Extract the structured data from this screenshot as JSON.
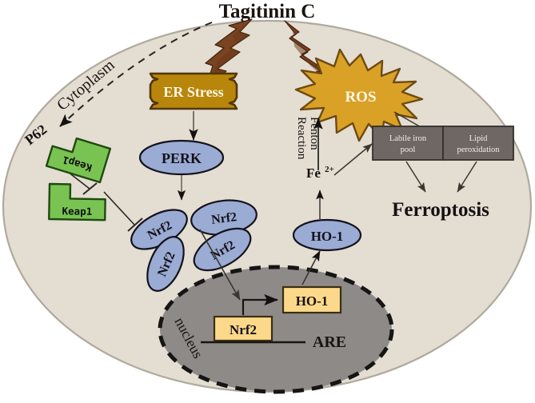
{
  "diagram": {
    "title": "Tagitinin C",
    "compartments": {
      "cytoplasm_label": "Cytoplasm",
      "nucleus_label": "nucleus"
    },
    "colors": {
      "cell_fill": "#e3ddd2",
      "cell_stroke": "#b3aca0",
      "nucleus_fill": "#8e8a88",
      "nucleus_stroke": "#151515",
      "er_stress_fill": "#b8860b",
      "er_stress_stroke": "#5a3d08",
      "ros_fill": "#d9a227",
      "ros_stroke": "#6f4a10",
      "ellipse_fill": "#9aabd4",
      "ellipse_stroke": "#14121c",
      "keap1_fill": "#79c353",
      "keap1_stroke": "#1e4a10",
      "gene_box_fill": "#fcd98a",
      "gene_box_stroke": "#3a2e12",
      "gray_box_fill": "#6e6763",
      "gray_box_stroke": "#32302e",
      "lightning_fill": "#7a4420",
      "lightning_fill2": "#5f3016",
      "arrow_stroke": "#3a3630",
      "text_dark": "#141118",
      "text_light": "#fdf6e8"
    },
    "nodes": {
      "er_stress": "ER Stress",
      "perk": "PERK",
      "ros": "ROS",
      "nrf2_cytoplasm": [
        "Nrf2",
        "Nrf2",
        "Nrf2",
        "Nrf2"
      ],
      "keap1": [
        "Keap1",
        "Keap1"
      ],
      "p62": "P62",
      "ho1_cytoplasm": "HO-1",
      "ho1_nucleus": "HO-1",
      "nrf2_nucleus": "Nrf2",
      "are": "ARE",
      "fe2": "Fe",
      "fe2_charge": "2+",
      "fenton_line1": "Fenton",
      "fenton_line2": "Reaction",
      "labile_iron_pool_line1": "Labile iron",
      "labile_iron_pool_line2": "pool",
      "lipid_peroxidation_line1": "Lipid",
      "lipid_peroxidation_line2": "peroxidation",
      "ferroptosis": "Ferroptosis"
    }
  }
}
